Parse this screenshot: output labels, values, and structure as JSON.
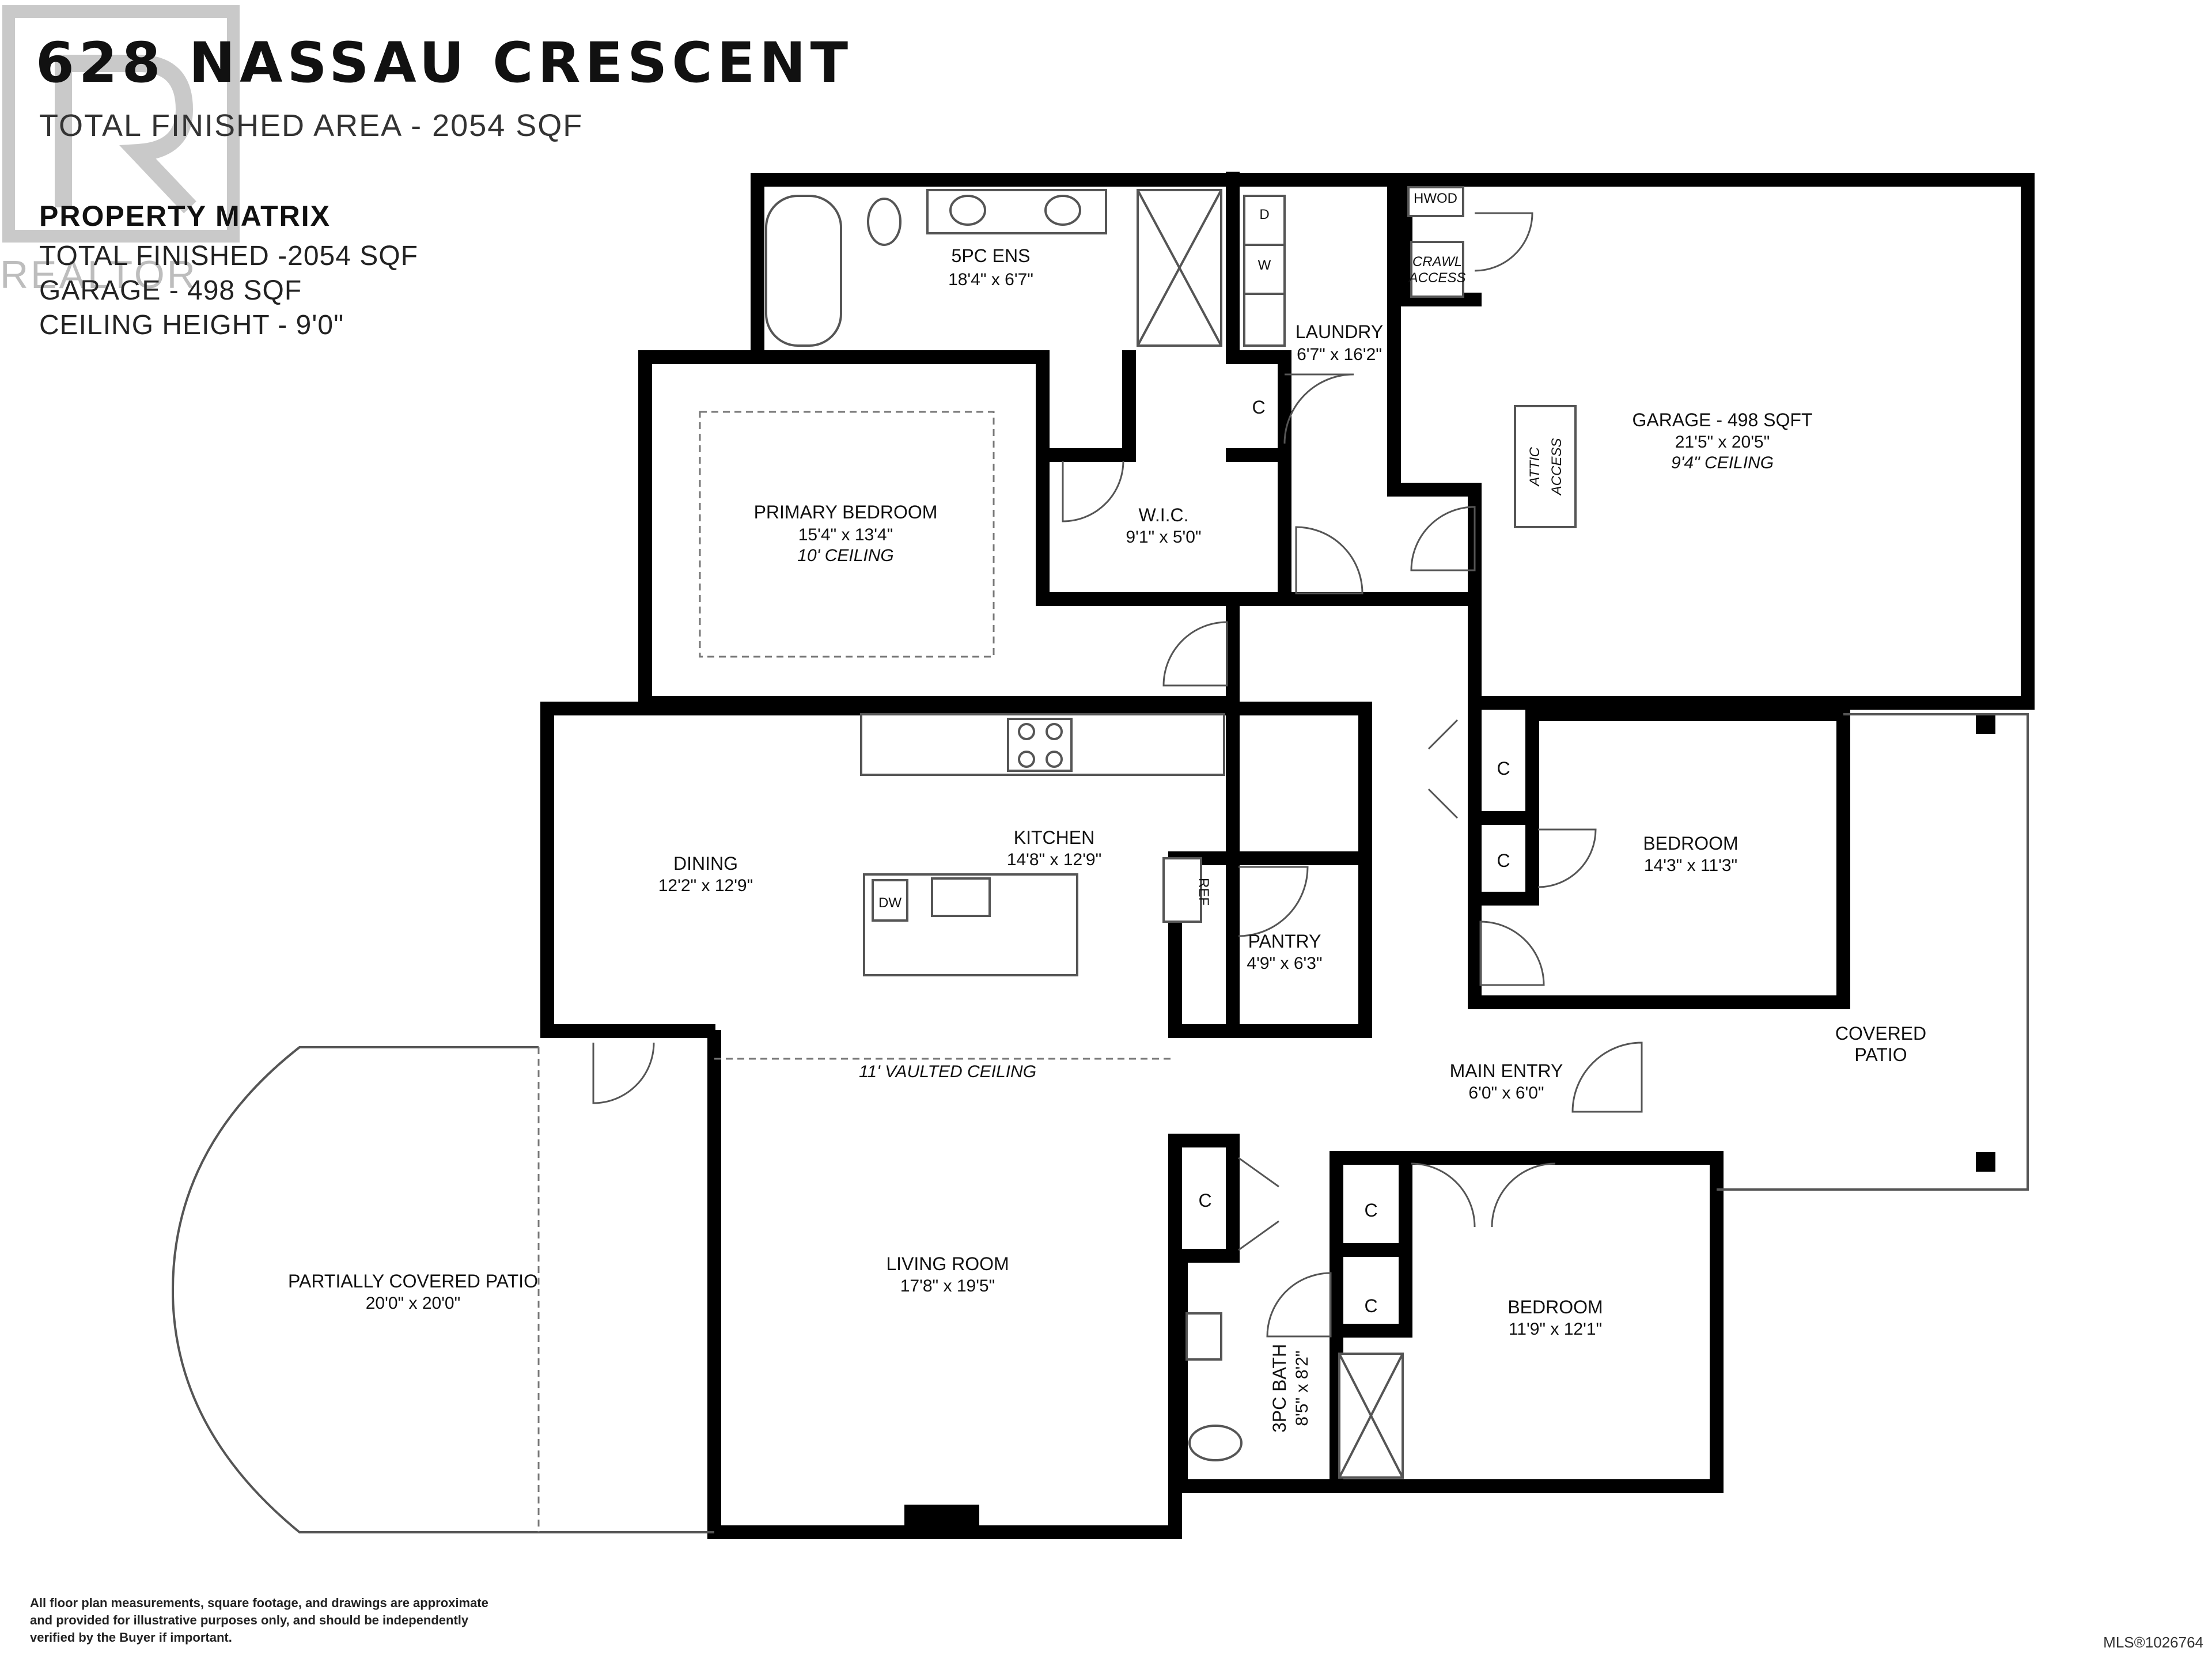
{
  "header": {
    "title": "628 NASSAU CRESCENT",
    "subtitle": "TOTAL FINISHED AREA - 2054 SQF"
  },
  "property_matrix": {
    "heading": "PROPERTY MATRIX",
    "lines": [
      "TOTAL FINISHED -2054 SQF",
      "GARAGE - 498 SQF",
      "CEILING HEIGHT - 9'0\""
    ]
  },
  "watermark": {
    "text": "REALTOR"
  },
  "rooms": {
    "ensuite": {
      "name": "5PC ENS",
      "dims": "18'4\" x 6'7\""
    },
    "laundry": {
      "name": "LAUNDRY",
      "dims": "6'7\" x 16'2\"",
      "dryer": "D",
      "washer": "W"
    },
    "garage": {
      "name": "GARAGE - 498 SQFT",
      "dims": "21'5\" x 20'5\"",
      "note": "9'4\" CEILING"
    },
    "primary_bedroom": {
      "name": "PRIMARY BEDROOM",
      "dims": "15'4\" x 13'4\"",
      "note": "10' CEILING"
    },
    "wic": {
      "name": "W.I.C.",
      "dims": "9'1\" x 5'0\""
    },
    "dining": {
      "name": "DINING",
      "dims": "12'2\" x 12'9\""
    },
    "kitchen": {
      "name": "KITCHEN",
      "dims": "14'8\" x 12'9\""
    },
    "pantry": {
      "name": "PANTRY",
      "dims": "4'9\" x 6'3\""
    },
    "bedroom_east": {
      "name": "BEDROOM",
      "dims": "14'3\" x 11'3\""
    },
    "covered_patio": {
      "name_line1": "COVERED",
      "name_line2": "PATIO"
    },
    "main_entry": {
      "name": "MAIN ENTRY",
      "dims": "6'0\" x 6'0\""
    },
    "vaulted": {
      "note": "11' VAULTED CEILING"
    },
    "living": {
      "name": "LIVING ROOM",
      "dims": "17'8\" x 19'5\""
    },
    "partial_patio": {
      "name": "PARTIALLY COVERED PATIO",
      "dims": "20'0\" x 20'0\""
    },
    "bath3": {
      "name": "3PC BATH",
      "dims": "8'5\" x 8'2\""
    },
    "bedroom_south": {
      "name": "BEDROOM",
      "dims": "11'9\" x 12'1\""
    }
  },
  "labels": {
    "hwod": "HWOD",
    "crawl1": "CRAWL",
    "crawl2": "ACCESS",
    "attic1": "ATTIC",
    "attic2": "ACCESS",
    "closet": "C",
    "dishwasher": "DW",
    "fridge": "REF"
  },
  "footer": {
    "line1": "All floor plan measurements, square footage, and drawings are approximate",
    "line2": "and provided for illustrative purposes only, and should be independently",
    "line3": "verified by the Buyer if important.",
    "mls": "MLS®1026764"
  }
}
